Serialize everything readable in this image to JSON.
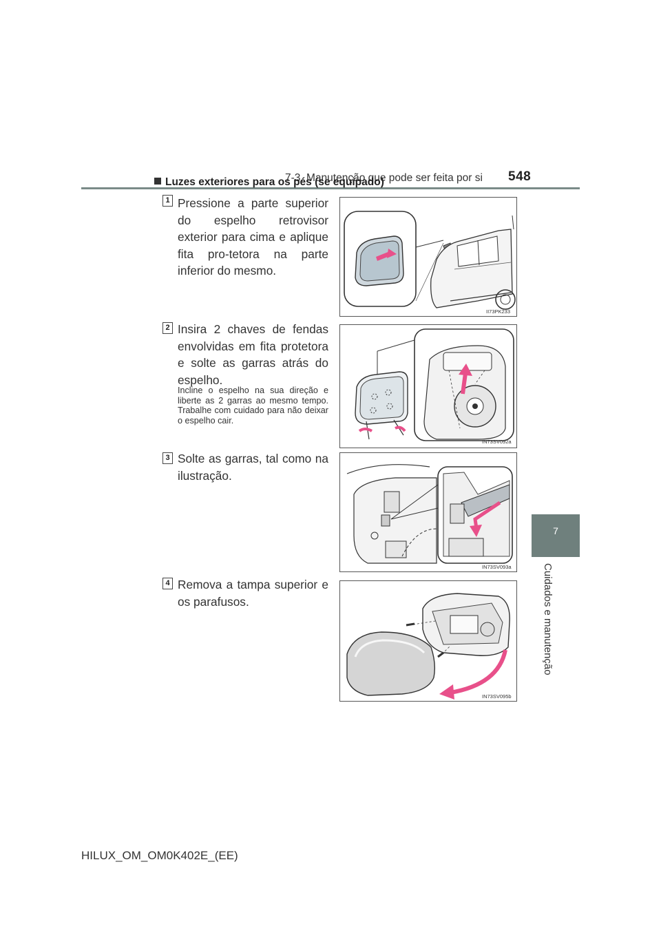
{
  "header": {
    "section": "7-3. Manutenção que pode ser feita por si",
    "page_number": "548"
  },
  "side_tab": {
    "chapter_number": "7",
    "chapter_title": "Cuidados e manutenção"
  },
  "section_title": "Luzes exteriores para os pés (se equipado)",
  "steps": [
    {
      "number": "1",
      "text": "Pressione a parte superior do espelho retrovisor exterior para cima e aplique fita pro-tetora na parte inferior do mesmo.",
      "figure_code": "II73PK233"
    },
    {
      "number": "2",
      "text": "Insira 2 chaves de fendas envolvidas em fita protetora e solte as garras atrás do espelho.",
      "note": "Incline o espelho na sua direção e liberte as 2 garras ao mesmo tempo. Trabalhe com cuidado para não deixar o espelho cair.",
      "figure_code": "IN73SV092a"
    },
    {
      "number": "3",
      "text": "Solte as garras, tal como na ilustração.",
      "figure_code": "IN73SV093a"
    },
    {
      "number": "4",
      "text": "Remova a tampa superior e os parafusos.",
      "figure_code": "IN73SV095b"
    }
  ],
  "footer": "HILUX_OM_OM0K402E_(EE)",
  "colors": {
    "accent_gray": "#6f807d",
    "arrow_pink": "#e8508a"
  }
}
